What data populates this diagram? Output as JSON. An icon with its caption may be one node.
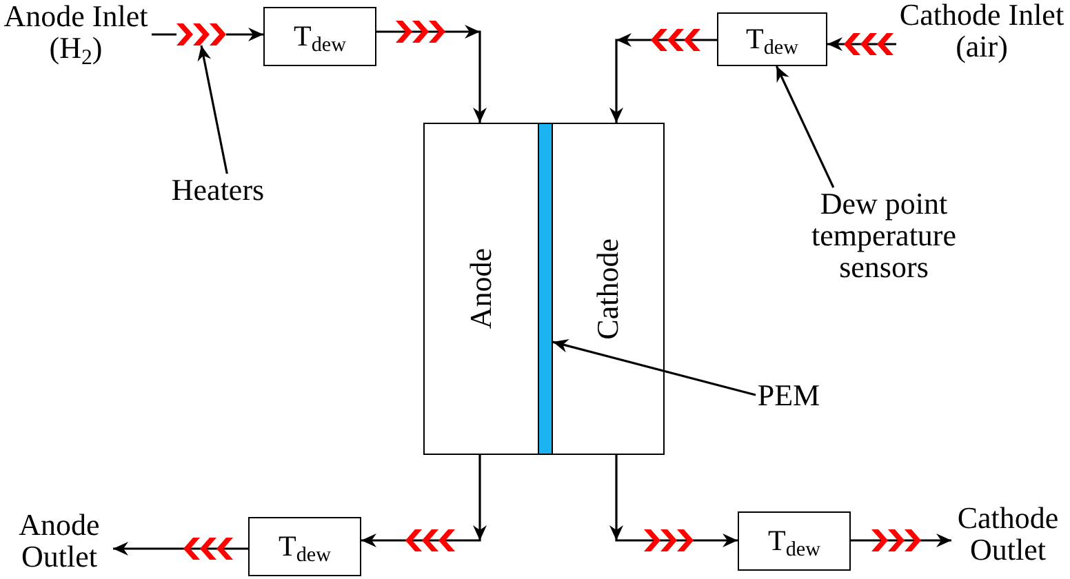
{
  "diagram": {
    "nodes": [
      {
        "text": [
          "Anode Inlet (H$_{2}$)"
        ]
      },
      {
        "text": [],
        "shape": "picture"
      },
      {
        "text": [
          "T$_{dew}$"
        ]
      },
      {
        "text": [
          "T$_{dew}$"
        ]
      },
      {
        "text": [
          "Cathode Inlet (air)"
        ]
      },
      {
        "text": [
          "Heaters"
        ]
      },
      {
        "text": [
          "Dew point temperature sensors"
        ]
      },
      {
        "text": [
          "Anode"
        ]
      },
      {
        "text": [],
        "shape": "bar"
      },
      {
        "text": [
          "Cathode"
        ]
      },
      {
        "text": [
          "PEM"
        ]
      },
      {
        "text": [
          "Anode Outlet"
        ]
      },
      {
        "text": [
          "T$_{dew}$"
        ]
      },
      {
        "text": [
          "T$_{dew}$"
        ]
      },
      {
        "text": [
          "Cathode Outlet"
        ]
      }
    ],
    "edges": [
      {
        "from": 0,
        "to": 1,
        "arrow": "none"
      },
      {
        "from": 1,
        "to": 2,
        "arrow": "to"
      },
      {
        "from": 2,
        "to": 7,
        "arrow": "to"
      },
      {
        "from": 4,
        "to": 3,
        "arrow": "to"
      },
      {
        "from": 3,
        "to": 9,
        "arrow": "to"
      },
      {
        "from": 7,
        "to": 12,
        "arrow": "to"
      },
      {
        "from": 12,
        "to": 11,
        "arrow": "to"
      },
      {
        "from": 9,
        "to": 13,
        "arrow": "to"
      },
      {
        "from": 13,
        "to": 14,
        "arrow": "to"
      },
      {
        "from": 5,
        "to": 1,
        "arrow": "to"
      },
      {
        "from": 6,
        "to": 3,
        "arrow": "to"
      },
      {
        "from": 10,
        "to": 8,
        "arrow": "to"
      }
    ]
  }
}
